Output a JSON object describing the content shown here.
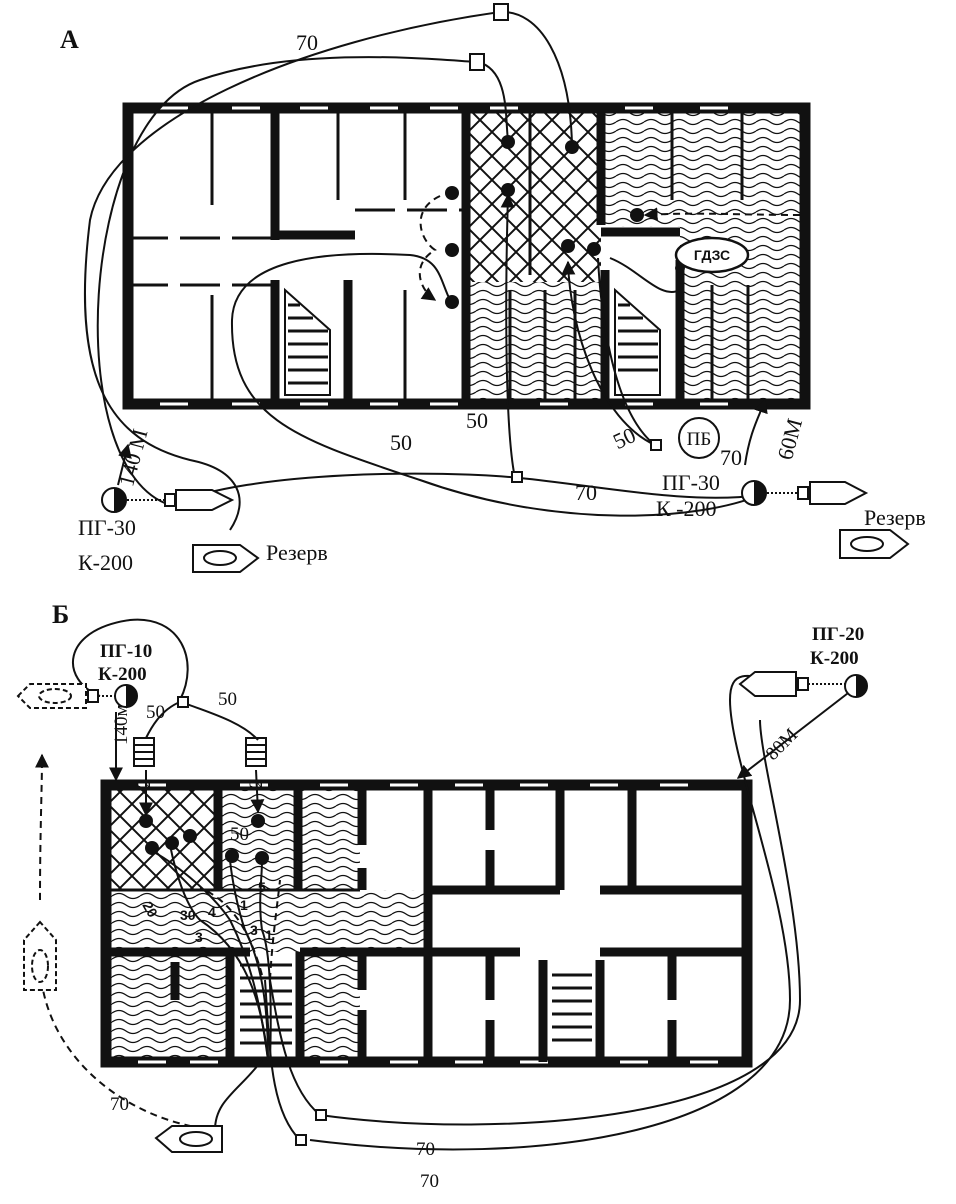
{
  "panel_a": {
    "letter": "А",
    "hose_labels": [
      "70",
      "50",
      "50",
      "50",
      "70",
      "70"
    ],
    "distance_left": "140 М",
    "distance_right": "60М",
    "engine_left": {
      "line1": "ПГ-30",
      "line2": "К-200"
    },
    "engine_right": {
      "line1": "ПГ-30",
      "line2": "К -200"
    },
    "reserve_left": "Резерв",
    "reserve_right": "Резерв",
    "smoke_unit": "ГДЗС",
    "post": "ПБ"
  },
  "panel_b": {
    "letter": "Б",
    "engine_left": {
      "line1": "ПГ-10",
      "line2": "К-200"
    },
    "engine_right": {
      "line1": "ПГ-20",
      "line2": "К-200"
    },
    "distance_left": "140м",
    "distance_right": "80М",
    "hose_labels": [
      "50",
      "50",
      "50",
      "70",
      "70",
      "70"
    ],
    "ladder_marks": [
      "2",
      "2"
    ],
    "small_numbers": [
      "20",
      "30",
      "4",
      "3",
      "3",
      "1",
      "1",
      "5"
    ]
  }
}
